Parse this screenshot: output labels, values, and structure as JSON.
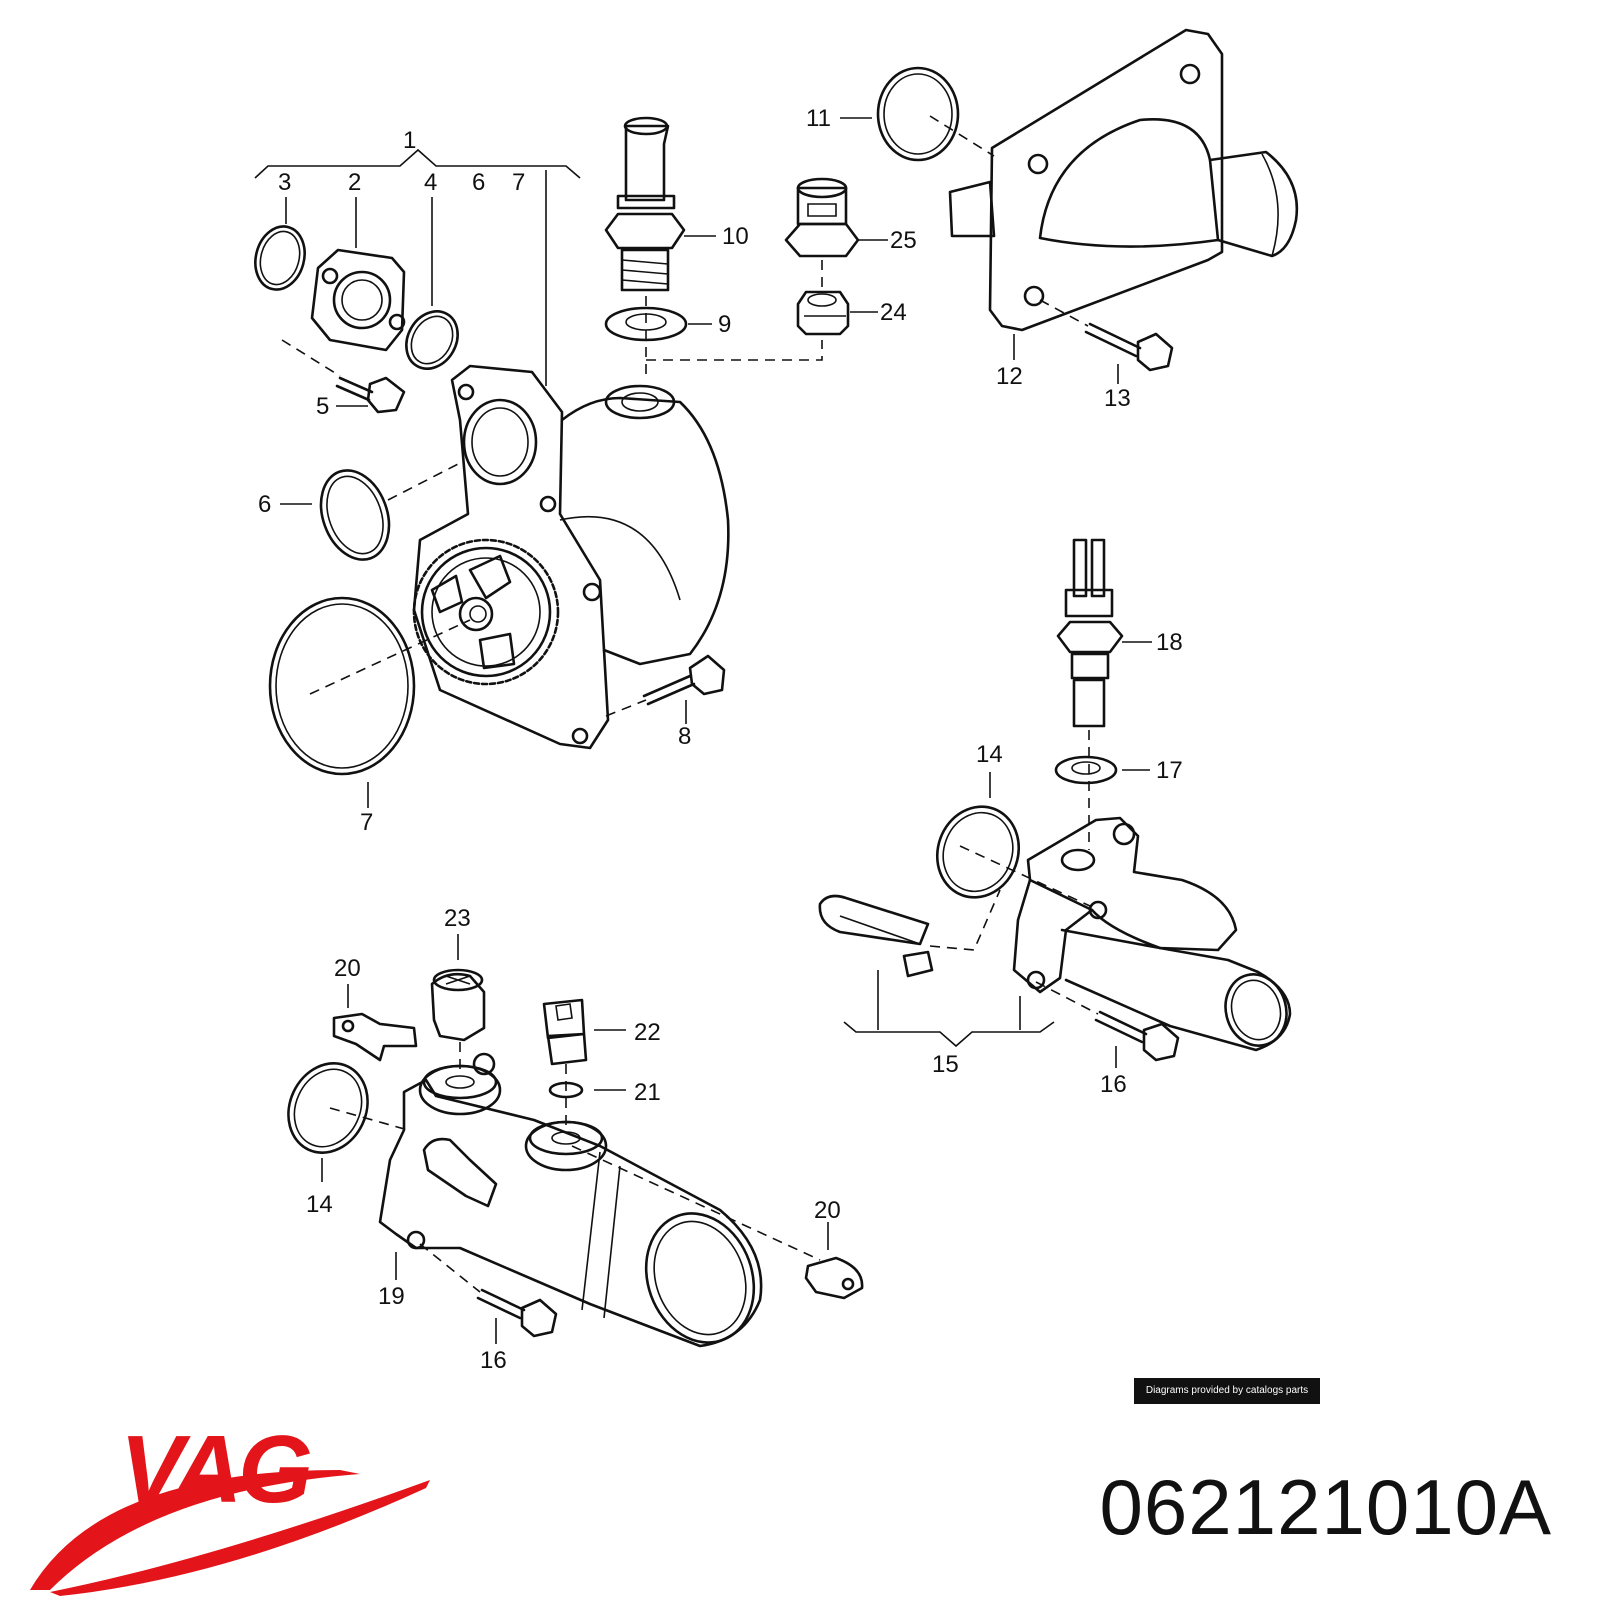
{
  "diagram": {
    "callouts": [
      {
        "id": "c1",
        "text": "1"
      },
      {
        "id": "c3",
        "text": "3"
      },
      {
        "id": "c2",
        "text": "2"
      },
      {
        "id": "c4",
        "text": "4"
      },
      {
        "id": "c6a",
        "text": "6"
      },
      {
        "id": "c7a",
        "text": "7"
      },
      {
        "id": "c5",
        "text": "5"
      },
      {
        "id": "c6b",
        "text": "6"
      },
      {
        "id": "c7b",
        "text": "7"
      },
      {
        "id": "c8",
        "text": "8"
      },
      {
        "id": "c10",
        "text": "10"
      },
      {
        "id": "c9",
        "text": "9"
      },
      {
        "id": "c25",
        "text": "25"
      },
      {
        "id": "c24",
        "text": "24"
      },
      {
        "id": "c11",
        "text": "11"
      },
      {
        "id": "c12",
        "text": "12"
      },
      {
        "id": "c13",
        "text": "13"
      },
      {
        "id": "c18",
        "text": "18"
      },
      {
        "id": "c14a",
        "text": "14"
      },
      {
        "id": "c17",
        "text": "17"
      },
      {
        "id": "c15",
        "text": "15"
      },
      {
        "id": "c16a",
        "text": "16"
      },
      {
        "id": "c23",
        "text": "23"
      },
      {
        "id": "c20a",
        "text": "20"
      },
      {
        "id": "c22",
        "text": "22"
      },
      {
        "id": "c21",
        "text": "21"
      },
      {
        "id": "c14b",
        "text": "14"
      },
      {
        "id": "c20b",
        "text": "20"
      },
      {
        "id": "c19",
        "text": "19"
      },
      {
        "id": "c16b",
        "text": "16"
      }
    ]
  },
  "credit": "Diagrams provided by catalogs parts",
  "brand": {
    "logo_text": "VAG",
    "color": "#e3151a"
  },
  "part_number": "062121010A"
}
